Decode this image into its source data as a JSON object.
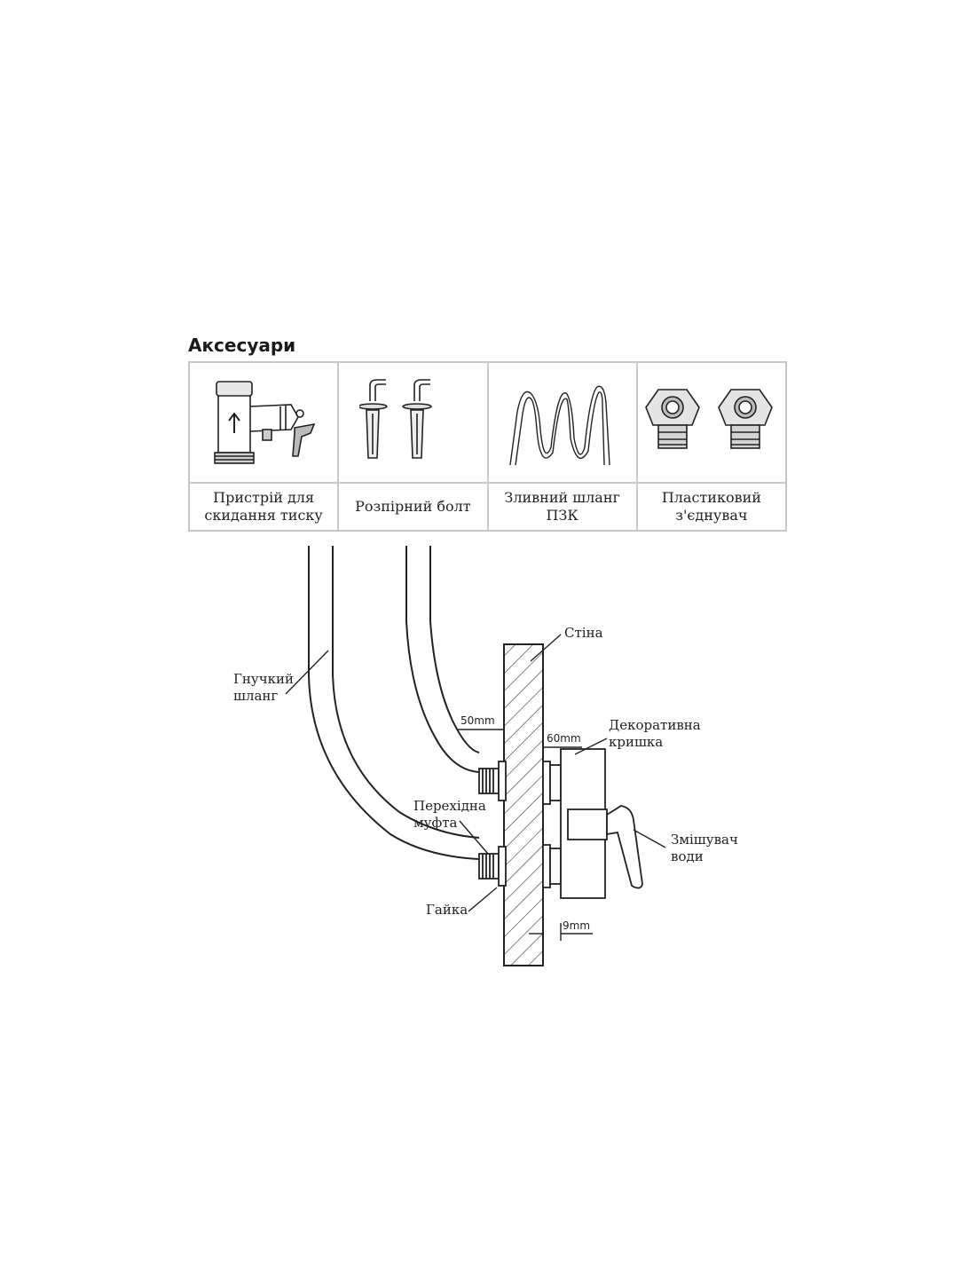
{
  "section": {
    "title": "Аксесуари"
  },
  "accessories": [
    {
      "icon": "pressure-relief-valve-icon",
      "label_lines": [
        "Пристрій для",
        "скидання тиску"
      ]
    },
    {
      "icon": "expansion-bolt-icon",
      "label_lines": [
        "Розпірний болт"
      ]
    },
    {
      "icon": "drain-hose-icon",
      "label_lines": [
        "Зливний шланг",
        "ПЗК"
      ]
    },
    {
      "icon": "plastic-connector-icon",
      "label_lines": [
        "Пластиковий",
        "з'єднувач"
      ]
    }
  ],
  "diagram": {
    "labels": {
      "flexible_hose": [
        "Гнучкий",
        "шланг"
      ],
      "wall": "Стіна",
      "decorative_cover": [
        "Декоративна",
        "кришка"
      ],
      "adapter_coupling": [
        "Перехідна",
        "муфта"
      ],
      "water_mixer": [
        "Змішувач",
        "води"
      ],
      "nut": "Гайка"
    },
    "dimensions": {
      "d50": "50mm",
      "d60": "60mm",
      "d9": "9mm"
    }
  }
}
